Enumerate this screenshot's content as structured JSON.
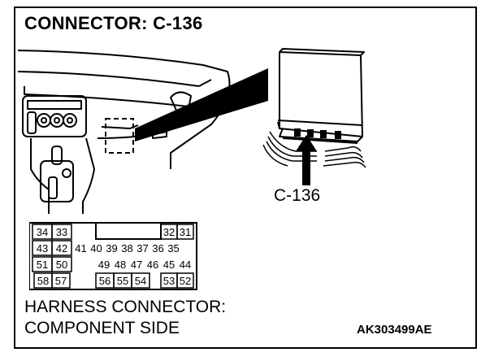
{
  "title": "CONNECTOR: C-136",
  "callout_label": "C-136",
  "harness_line1": "HARNESS CONNECTOR:",
  "harness_line2": "COMPONENT SIDE",
  "figure_code": "AK303499AE",
  "pins": {
    "row1_left": [
      "34",
      "33"
    ],
    "row1_right": [
      "32",
      "31"
    ],
    "row2": [
      "43",
      "42",
      "41",
      "40",
      "39",
      "38",
      "37",
      "36",
      "35"
    ],
    "row3_left": [
      "51",
      "50"
    ],
    "row3_right": [
      "49",
      "48",
      "47",
      "46",
      "45",
      "44"
    ],
    "row4_left": [
      "58",
      "57"
    ],
    "row4_mid": [
      "56",
      "55",
      "54"
    ],
    "row4_right": [
      "53",
      "52"
    ]
  }
}
